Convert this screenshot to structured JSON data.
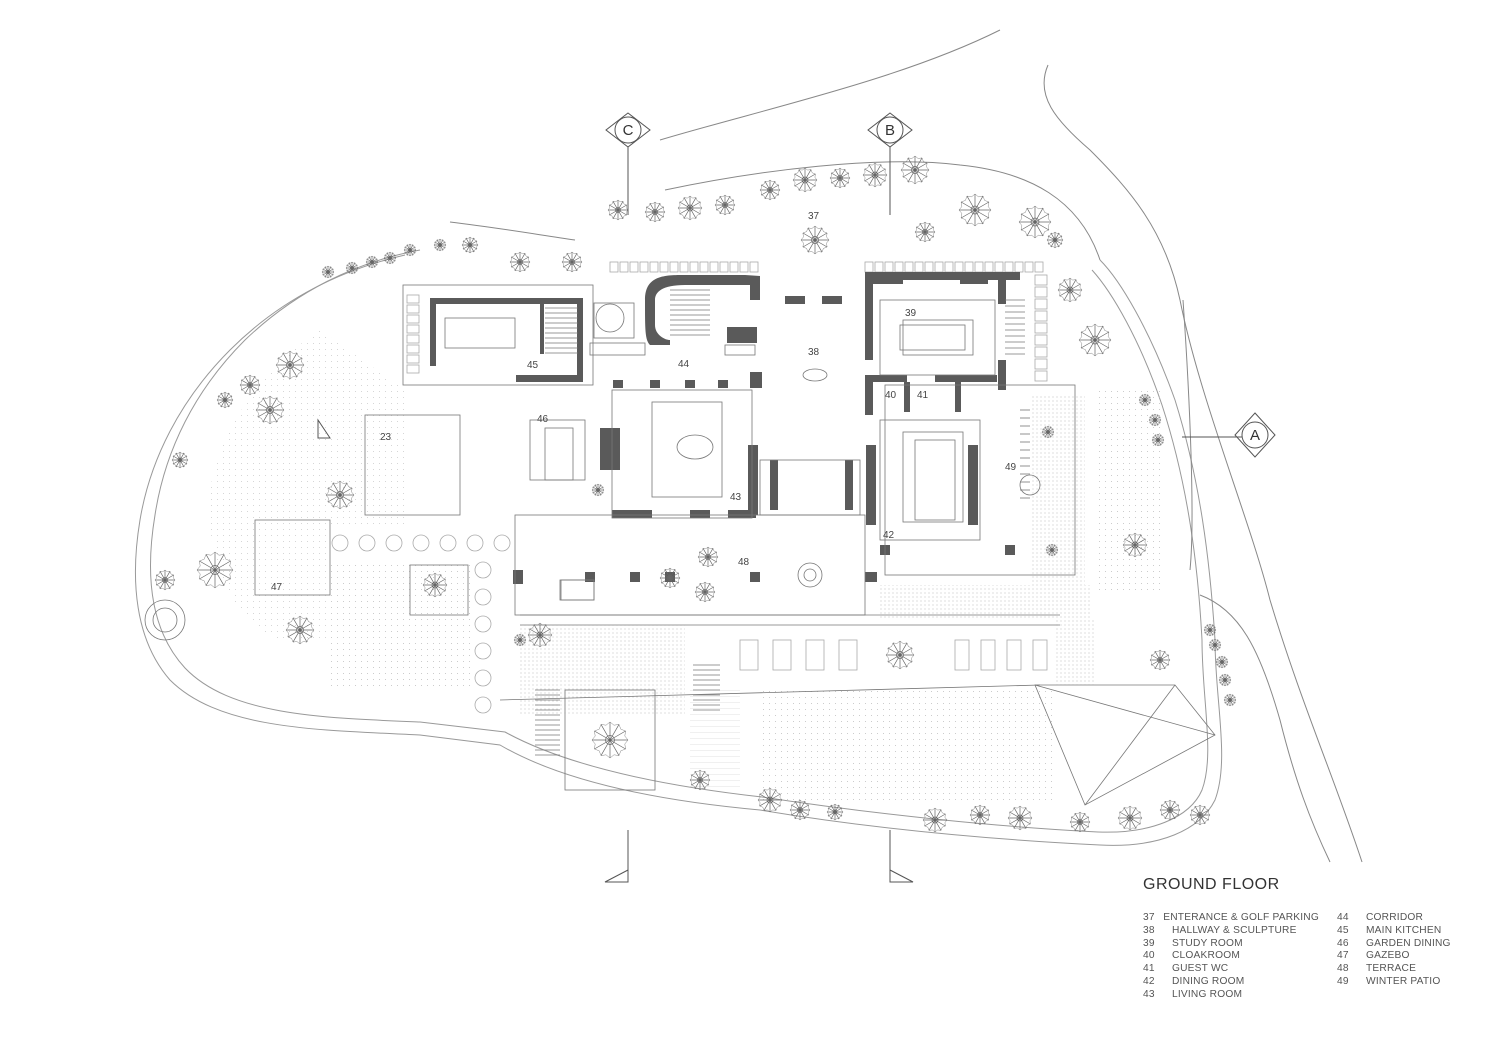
{
  "markers": [
    {
      "id": "C"
    },
    {
      "id": "B"
    },
    {
      "id": "A"
    }
  ],
  "room_labels": [
    {
      "num": "37"
    },
    {
      "num": "38"
    },
    {
      "num": "39"
    },
    {
      "num": "40"
    },
    {
      "num": "41"
    },
    {
      "num": "42"
    },
    {
      "num": "43"
    },
    {
      "num": "44"
    },
    {
      "num": "45"
    },
    {
      "num": "46"
    },
    {
      "num": "47"
    },
    {
      "num": "48"
    },
    {
      "num": "49"
    },
    {
      "num": "23"
    }
  ],
  "legend": {
    "title": "GROUND FLOOR",
    "left": [
      {
        "num": "37",
        "name": "ENTERANCE & GOLF PARKING"
      },
      {
        "num": "38",
        "name": "HALLWAY & SCULPTURE"
      },
      {
        "num": "39",
        "name": "STUDY ROOM"
      },
      {
        "num": "40",
        "name": "CLOAKROOM"
      },
      {
        "num": "41",
        "name": "GUEST WC"
      },
      {
        "num": "42",
        "name": "DINING ROOM"
      },
      {
        "num": "43",
        "name": "LIVING ROOM"
      }
    ],
    "right": [
      {
        "num": "44",
        "name": "CORRIDOR"
      },
      {
        "num": "45",
        "name": "MAIN KITCHEN"
      },
      {
        "num": "46",
        "name": "GARDEN DINING"
      },
      {
        "num": "47",
        "name": "GAZEBO"
      },
      {
        "num": "48",
        "name": "TERRACE"
      },
      {
        "num": "49",
        "name": "WINTER PATIO"
      }
    ]
  }
}
